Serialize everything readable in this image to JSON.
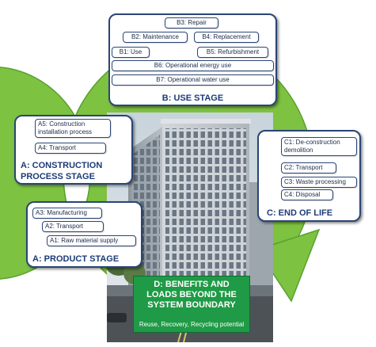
{
  "colors": {
    "cycle_green": "#7ec241",
    "cycle_outline": "#58a02e",
    "panel_border": "#2a4577",
    "title_blue": "#1c3b78",
    "d_green": "#1f9a46"
  },
  "building_image": {
    "icon": "office-building-photo"
  },
  "use_stage": {
    "title": "B: USE STAGE",
    "b3": "B3: Repair",
    "b2": "B2: Maintenance",
    "b4": "B4: Replacement",
    "b1": "B1: Use",
    "b5": "B5: Refurbishment",
    "b6": "B6: Operational energy use",
    "b7": "B7: Operational water use"
  },
  "construction_stage": {
    "title_line1": "A: CONSTRUCTION",
    "title_line2": "PROCESS STAGE",
    "a5_line1": "A5: Construction",
    "a5_line2": "installation process",
    "a4": "A4: Transport"
  },
  "product_stage": {
    "title": "A: PRODUCT STAGE",
    "a3": "A3: Manufacturing",
    "a2": "A2: Transport",
    "a1": "A1: Raw material supply"
  },
  "end_of_life": {
    "title": "C: END OF LIFE",
    "c1_line1": "C1: De-construction",
    "c1_line2": "demolition",
    "c2": "C2: Transport",
    "c3": "C3: Waste processing",
    "c4": "C4: Disposal"
  },
  "beyond_boundary": {
    "title_line1": "D: BENEFITS AND",
    "title_line2": "LOADS BEYOND THE",
    "title_line3": "SYSTEM BOUNDARY",
    "subtitle": "Reuse, Recovery, Recycling potential"
  }
}
